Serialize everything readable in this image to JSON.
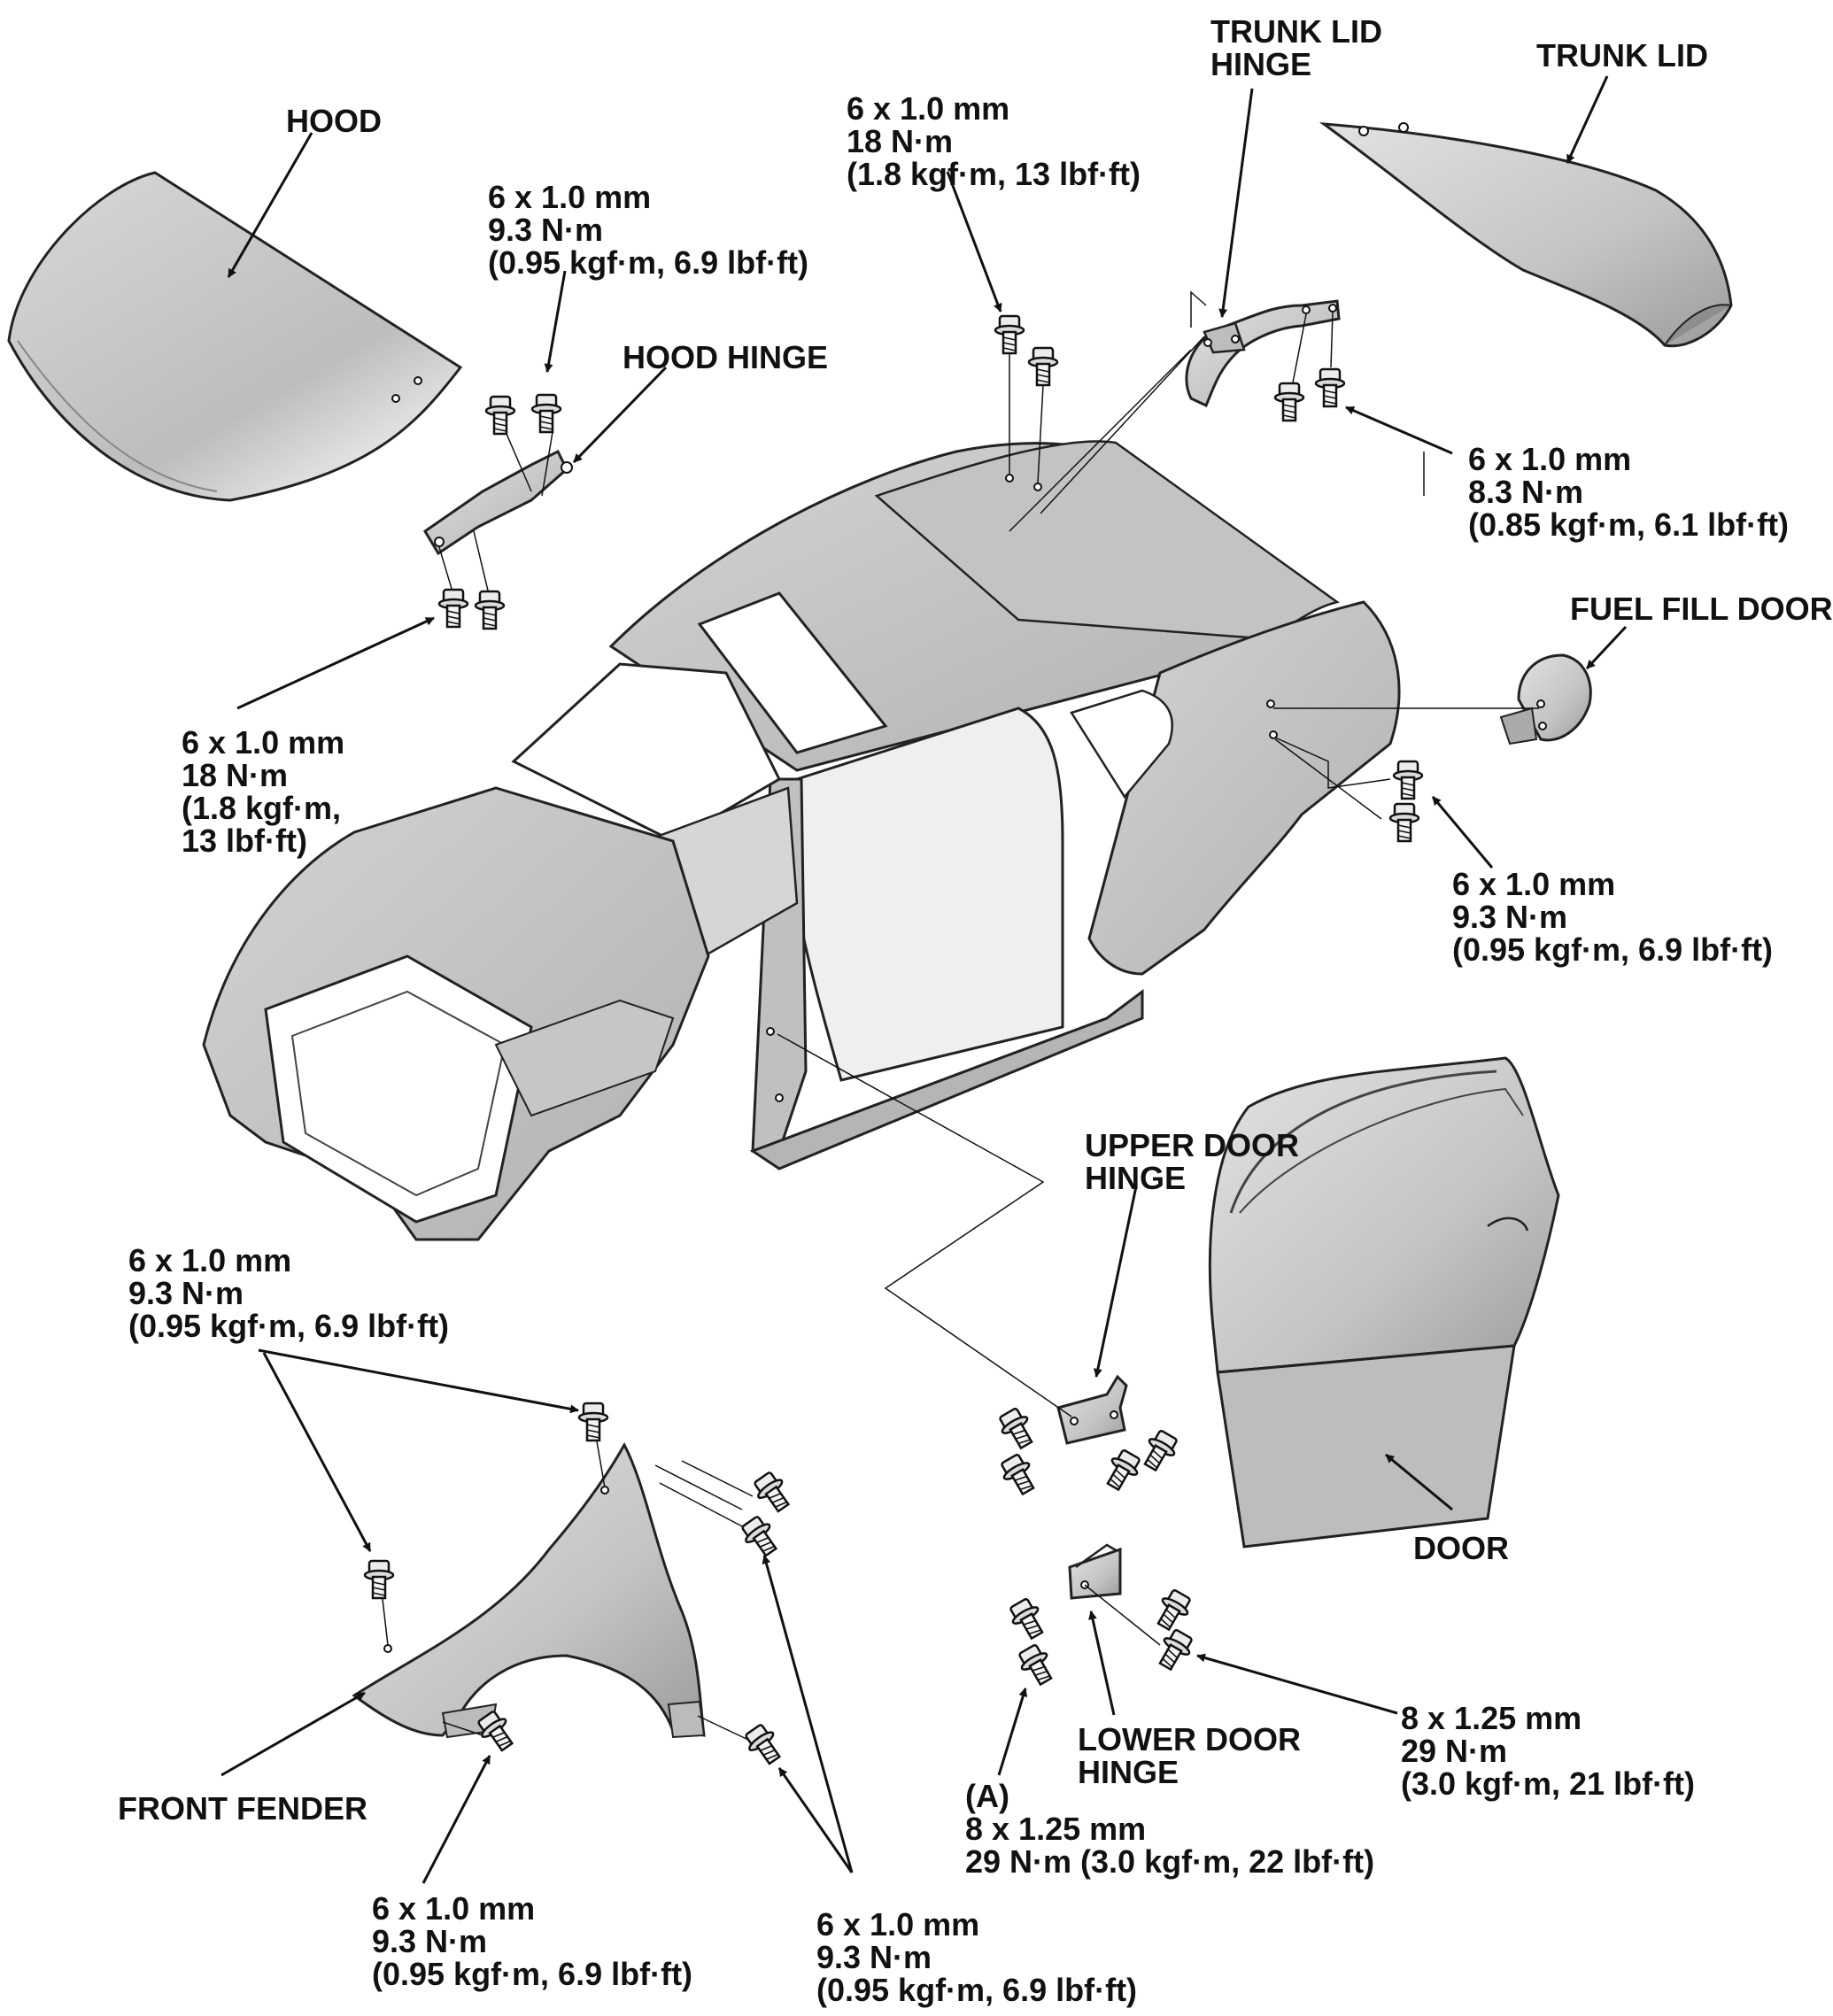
{
  "colors": {
    "ink": "#111111",
    "panel": "#c9c9c9",
    "panel_light": "#dedede",
    "panel_dark": "#9a9a9a",
    "bolt": "#e9e9e9"
  },
  "labels": {
    "hood": "HOOD",
    "hood_hinge": "HOOD HINGE",
    "trunk_lid_hinge": [
      "TRUNK LID",
      "HINGE"
    ],
    "trunk_lid": "TRUNK LID",
    "fuel_fill_door": "FUEL FILL DOOR",
    "upper_door_hinge": [
      "UPPER DOOR",
      "HINGE"
    ],
    "door": "DOOR",
    "lower_door_hinge": [
      "LOWER DOOR",
      "HINGE"
    ],
    "front_fender": "FRONT FENDER"
  },
  "specs": {
    "hood_hinge_upper": [
      "6 x 1.0 mm",
      "9.3 N·m",
      "(0.95 kgf·m, 6.9 lbf·ft)"
    ],
    "hood_hinge_lower": [
      "6 x 1.0 mm",
      "18 N·m",
      "(1.8 kgf·m,",
      "13 lbf·ft)"
    ],
    "trunk_hinge_body": [
      "6 x 1.0 mm",
      "18 N·m",
      "(1.8 kgf·m, 13 lbf·ft)"
    ],
    "trunk_lid_bolts": [
      "6 x 1.0 mm",
      "8.3 N·m",
      "(0.85 kgf·m, 6.1 lbf·ft)"
    ],
    "fuel_fill_door": [
      "6 x 1.0 mm",
      "9.3 N·m",
      "(0.95 kgf·m, 6.9 lbf·ft)"
    ],
    "fender_top": [
      "6 x 1.0 mm",
      "9.3 N·m",
      "(0.95 kgf·m, 6.9 lbf·ft)"
    ],
    "fender_bottom_left": [
      "6 x 1.0 mm",
      "9.3 N·m",
      "(0.95 kgf·m, 6.9 lbf·ft)"
    ],
    "fender_rear": [
      "6 x 1.0 mm",
      "9.3 N·m",
      "(0.95 kgf·m, 6.9 lbf·ft)"
    ],
    "lower_hinge_door": [
      "8 x 1.25 mm",
      "29 N·m",
      "(3.0 kgf·m, 21 lbf·ft)"
    ],
    "lower_hinge_body": [
      "(A)",
      "8 x 1.25 mm",
      "29 N·m (3.0 kgf·m, 22 lbf·ft)"
    ]
  }
}
